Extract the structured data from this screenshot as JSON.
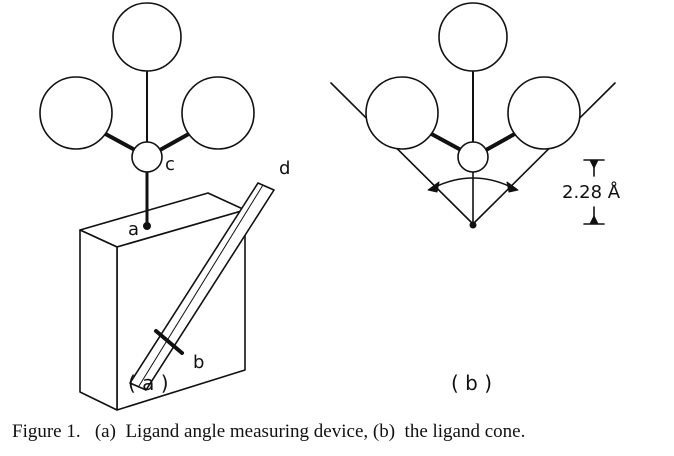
{
  "figure": {
    "panel_a": {
      "label": "( a )",
      "labels": {
        "a": "a",
        "b": "b",
        "c": "c",
        "d": "d"
      }
    },
    "panel_b": {
      "label": "( b )",
      "dimension": "2.28 Å"
    },
    "caption": "Figure 1.   (a)  Ligand angle measuring device, (b)  the ligand cone."
  }
}
